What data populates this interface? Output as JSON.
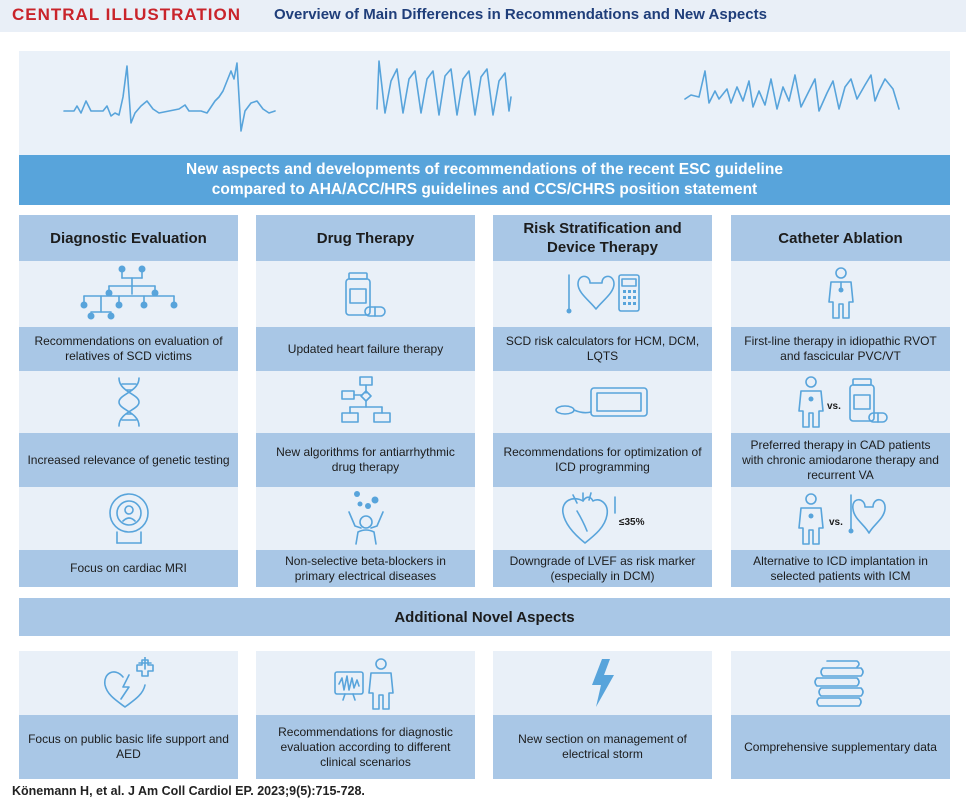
{
  "header": {
    "label": "CENTRAL ILLUSTRATION",
    "title": "Overview of Main Differences in Recommendations and New Aspects"
  },
  "banner": {
    "line1": "New aspects and developments of recommendations of the recent ESC guideline",
    "line2": "compared to AHA/ACC/HRS guidelines and CCS/CHRS position statement"
  },
  "columns": [
    {
      "title_lines": [
        "Diagnostic Evaluation"
      ],
      "items": [
        {
          "icon": "family-tree-icon",
          "text": "Recommendations on evaluation of relatives of SCD victims"
        },
        {
          "icon": "dna-icon",
          "text": "Increased relevance of genetic testing"
        },
        {
          "icon": "mri-scanner-icon",
          "text": "Focus on cardiac MRI"
        }
      ]
    },
    {
      "title_lines": [
        "Drug Therapy"
      ],
      "items": [
        {
          "icon": "pill-bottle-icon",
          "text": "Updated heart failure therapy"
        },
        {
          "icon": "flowchart-icon",
          "text": "New algorithms for antiarrhythmic drug therapy"
        },
        {
          "icon": "beta-blocker-person-icon",
          "text": "Non-selective beta-blockers in primary electrical diseases"
        }
      ]
    },
    {
      "title_lines": [
        "Risk Stratification and",
        "Device Therapy"
      ],
      "items": [
        {
          "icon": "risk-calculator-icon",
          "text": "SCD risk calculators for HCM, DCM, LQTS"
        },
        {
          "icon": "icd-programmer-icon",
          "text": "Recommendations for optimization of ICD programming"
        },
        {
          "icon": "heart-lvef-icon",
          "text": "Downgrade of LVEF as risk marker (especially in DCM)",
          "badge": "≤35%"
        }
      ]
    },
    {
      "title_lines": [
        "Catheter Ablation"
      ],
      "items": [
        {
          "icon": "ablation-person-icon",
          "text": "First-line therapy in idiopathic RVOT and fascicular PVC/VT"
        },
        {
          "icon": "ablation-vs-drug-icon",
          "text": "Preferred therapy in CAD patients with chronic amiodarone therapy and recurrent VA",
          "badge": "vs."
        },
        {
          "icon": "ablation-vs-icd-icon",
          "text": "Alternative to ICD implantation in selected patients with ICM",
          "badge": "vs."
        }
      ]
    }
  ],
  "additional": {
    "title": "Additional Novel Aspects",
    "items": [
      {
        "icon": "aed-heart-icon",
        "text": "Focus on public basic life support and AED"
      },
      {
        "icon": "monitor-person-icon",
        "text": "Recommendations for diagnostic evaluation according to different clinical scenarios"
      },
      {
        "icon": "lightning-icon",
        "text": "New section on management of electrical storm"
      },
      {
        "icon": "books-icon",
        "text": "Comprehensive supplementary data"
      }
    ]
  },
  "citation": "Könemann H, et al. J Am Coll Cardiol EP. 2023;9(5):715-728.",
  "colors": {
    "accent_red": "#c9242b",
    "title_blue": "#1f3e7a",
    "banner_blue": "#58a4db",
    "cell_blue": "#a9c7e6",
    "cell_light": "#e9f0f8"
  }
}
